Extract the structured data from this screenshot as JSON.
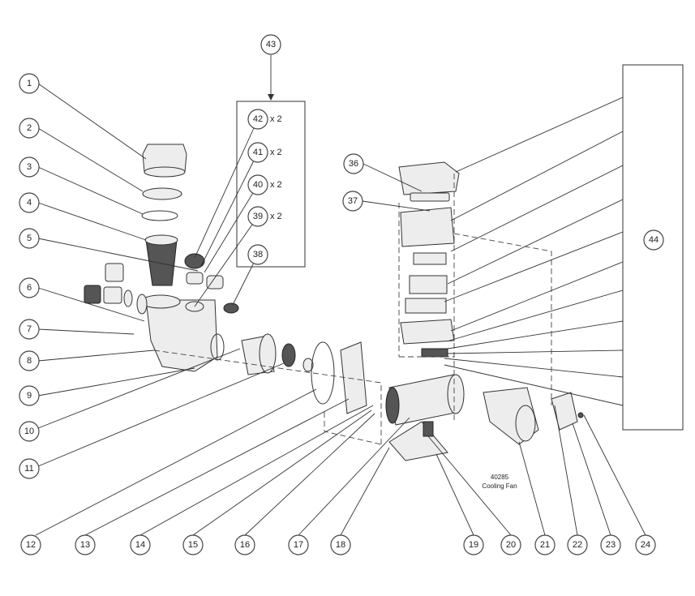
{
  "diagram": {
    "callouts": {
      "c1": "1",
      "c2": "2",
      "c3": "3",
      "c4": "4",
      "c5": "5",
      "c6": "6",
      "c7": "7",
      "c8": "8",
      "c9": "9",
      "c10": "10",
      "c11": "11",
      "c12": "12",
      "c13": "13",
      "c14": "14",
      "c15": "15",
      "c16": "16",
      "c17": "17",
      "c18": "18",
      "c19": "19",
      "c20": "20",
      "c21": "21",
      "c22": "22",
      "c23": "23",
      "c24": "24",
      "c36": "36",
      "c37": "37",
      "c38": "38",
      "c39": "39",
      "c40": "40",
      "c41": "41",
      "c42": "42",
      "c43": "43",
      "c44": "44"
    },
    "quantities": {
      "q42": "x 2",
      "q41": "x 2",
      "q40": "x 2",
      "q39": "x 2"
    },
    "fan_label": {
      "part_number": "40285",
      "name": "Cooling Fan"
    }
  }
}
